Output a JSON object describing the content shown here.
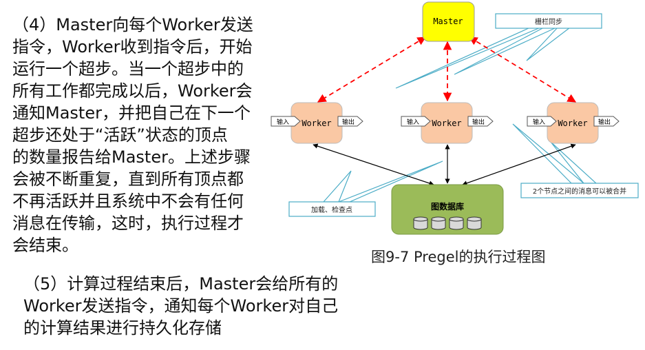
{
  "text": {
    "para4_lines": [
      "（4）Master向每个Worker发送",
      "指令，Worker收到指令后，开始",
      "运行一个超步。当一个超步中的",
      "所有工作都完成以后，Worker会",
      "通知Master，并把自己在下一个",
      "超步还处于“活跃”状态的顶点",
      "的数量报告给Master。上述步骤",
      "会被不断重复，直到所有顶点都",
      "不再活跃并且系统中不会有任何",
      "消息在传输，这时，执行过程才",
      "会结束。"
    ],
    "para5_lines": [
      "（5）计算过程结束后，Master会给所有的",
      "Worker发送指令，通知每个Worker对自己",
      "的计算结果进行持久化存储"
    ]
  },
  "diagram": {
    "master_label": "Master",
    "worker_label": "Worker",
    "input_label": "输入",
    "output_label": "输出",
    "db_label": "图数据库",
    "callout_barrier": "栅栏同步",
    "callout_checkpoint": "加载、检查点",
    "callout_combine": "2个节点之间的消息可以被合并",
    "caption": "图9-7 Pregel的执行过程图",
    "colors": {
      "master_fill": "#ffff00",
      "worker_fill": "#fac8a4",
      "db_fill": "#9bbb59",
      "dashed_arrow": "#ff0000",
      "callout_line": "#4bacc6"
    }
  }
}
